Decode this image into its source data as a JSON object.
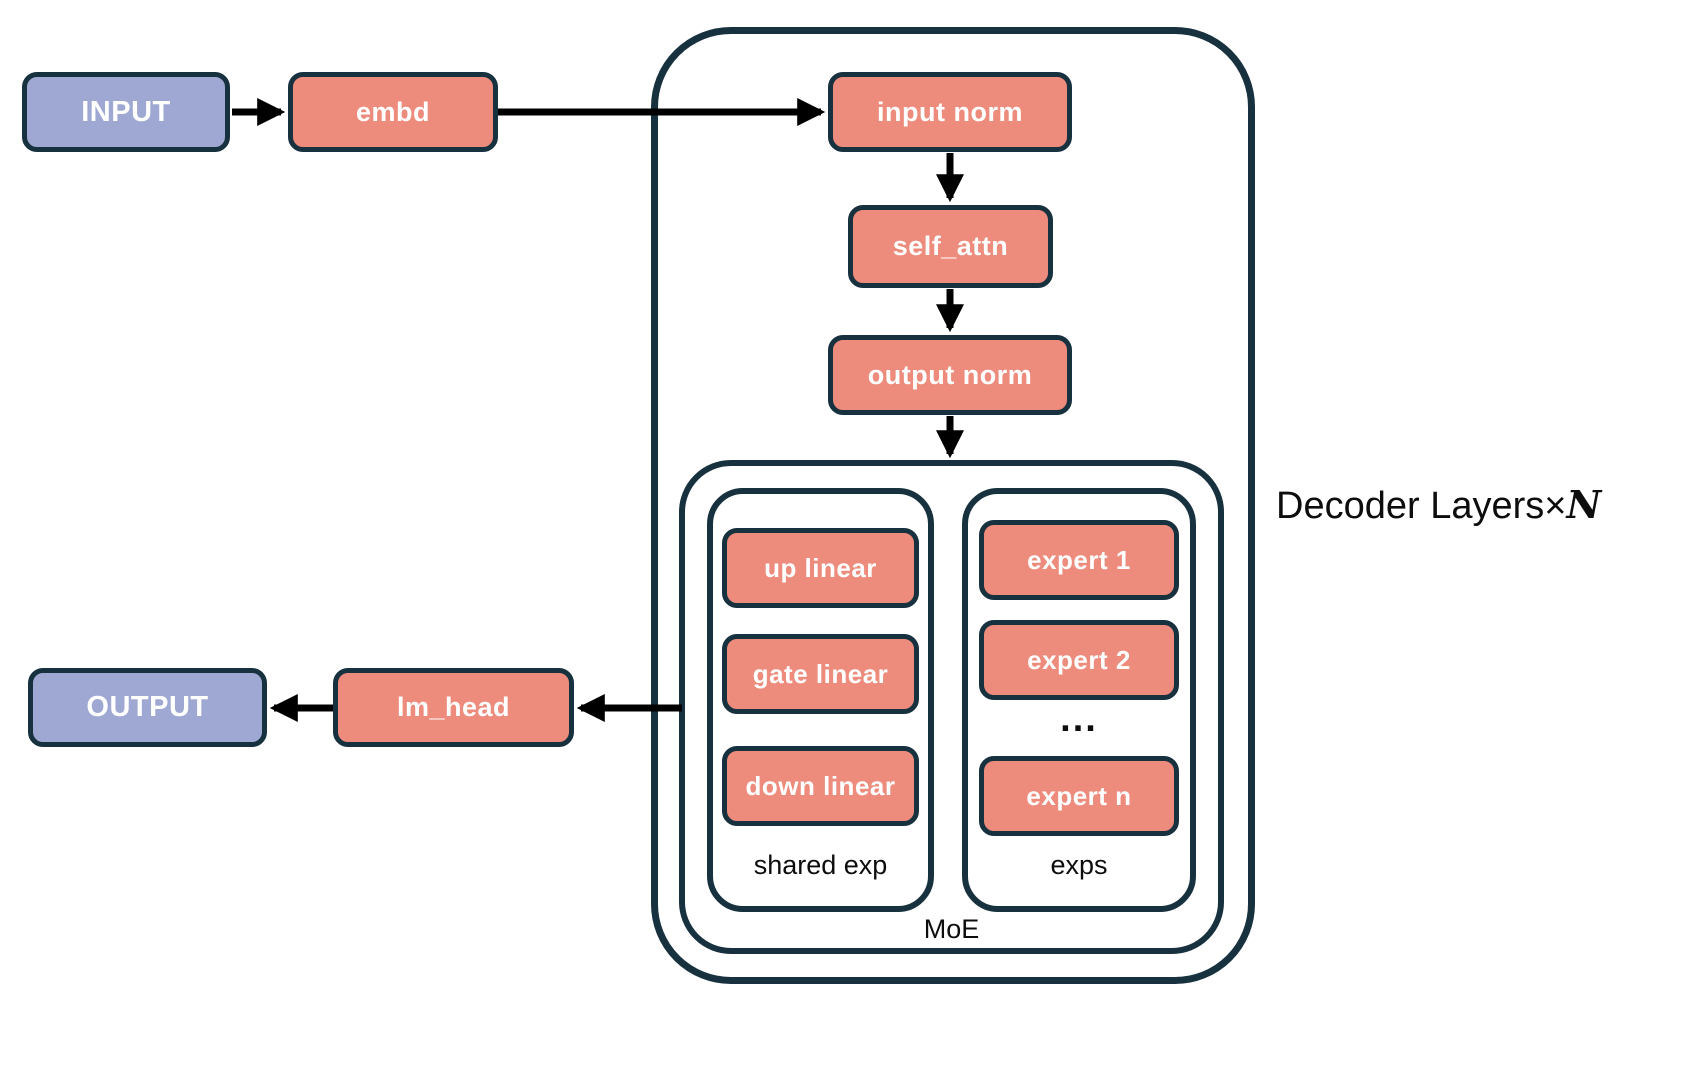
{
  "diagram": {
    "type": "moe-decoder-architecture",
    "nodes": {
      "input": "INPUT",
      "embd": "embd",
      "input_norm": "input norm",
      "self_attn": "self_attn",
      "output_norm": "output norm",
      "up_linear": "up linear",
      "gate_linear": "gate linear",
      "down_linear": "down linear",
      "expert_1": "expert 1",
      "expert_2": "expert 2",
      "experts_ellipsis": "...",
      "expert_n": "expert n",
      "lm_head": "lm_head",
      "output": "OUTPUT"
    },
    "labels": {
      "shared_exp": "shared exp",
      "exps": "exps",
      "moe": "MoE",
      "decoder_layers_prefix": "Decoder Layers×",
      "decoder_layers_n": "N"
    },
    "colors": {
      "module_fill": "#ED8C7D",
      "io_fill": "#9FA8D2",
      "outline": "#17313F",
      "arrow": "#000000",
      "background": "#FFFFFF",
      "module_text": "#FFFFFF",
      "label_text": "#0D0D0D"
    }
  }
}
